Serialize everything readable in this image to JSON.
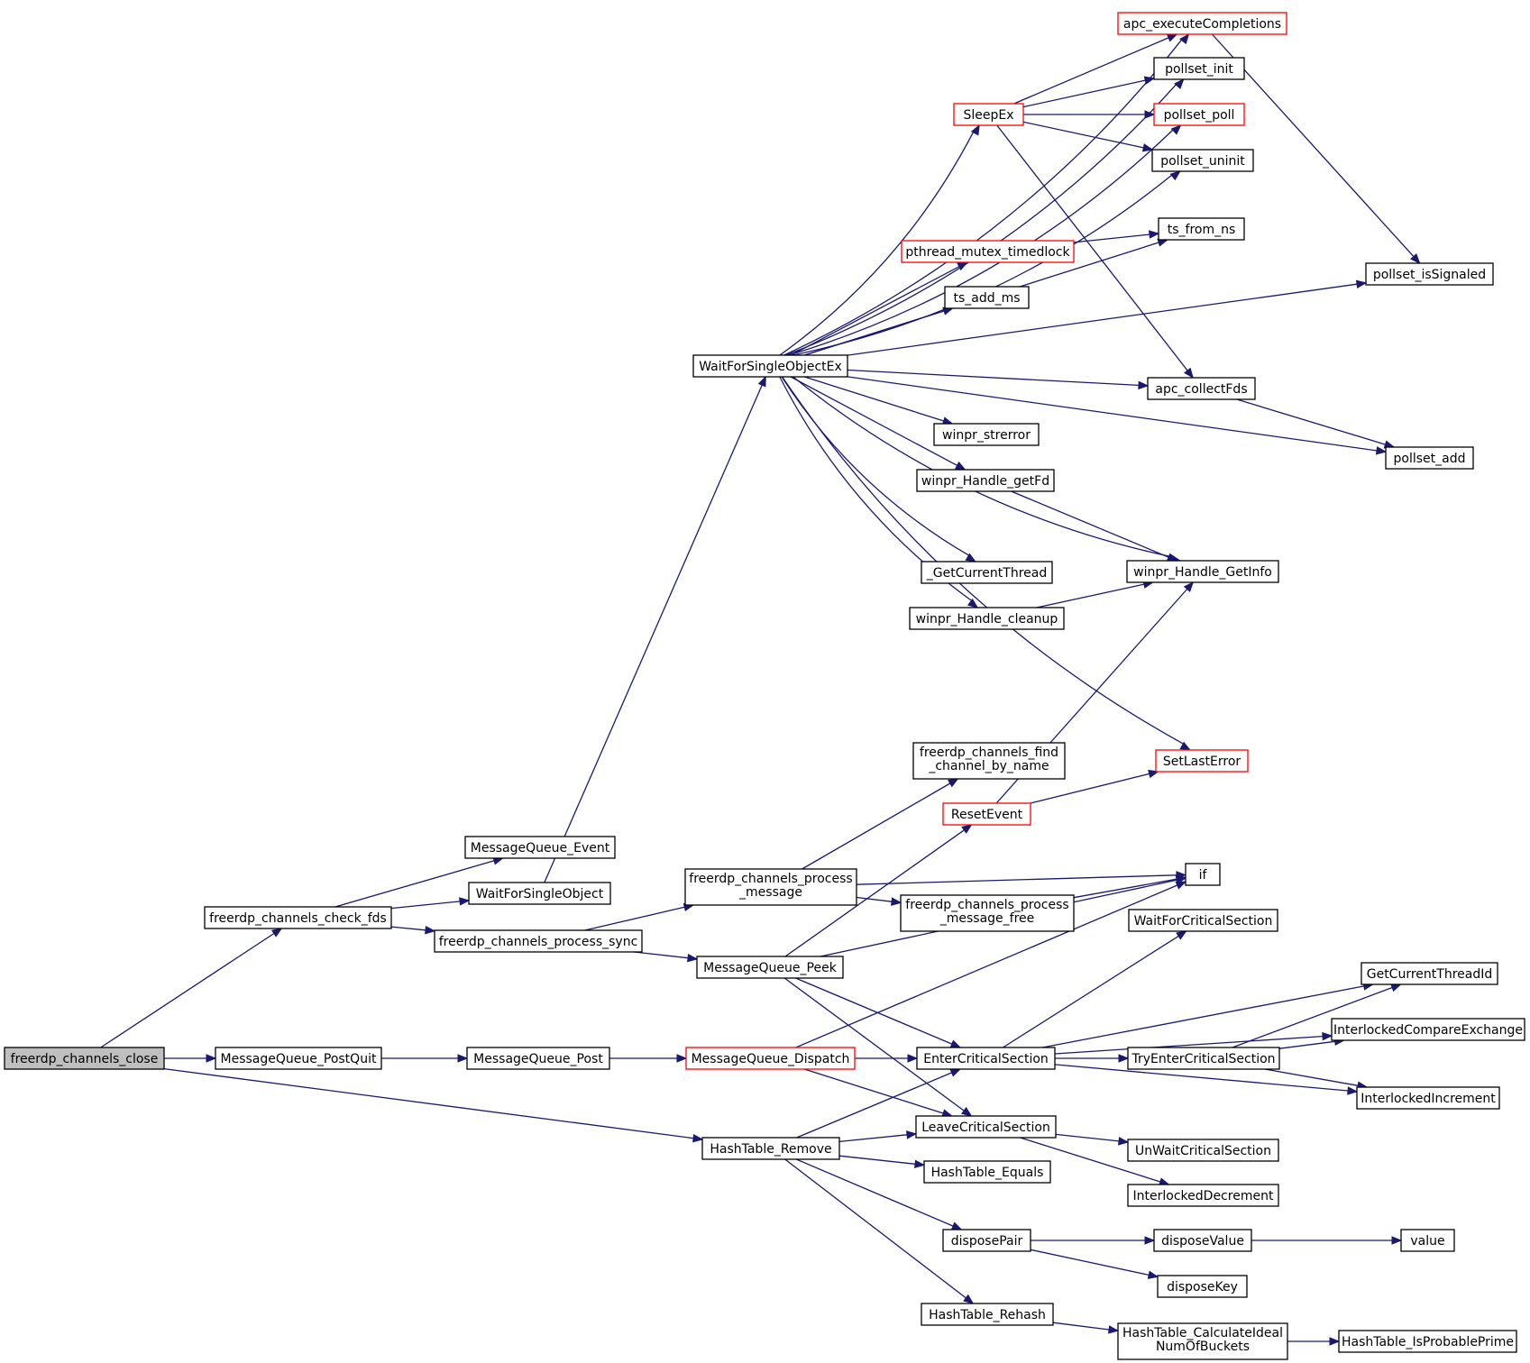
{
  "colors": {
    "edge": "#191970",
    "root_fill": "#bfbfbf",
    "node_border": "#000000",
    "highlight_border": "#ff0000"
  },
  "nodes": [
    {
      "id": "root",
      "label": [
        "freerdp_channels_close"
      ],
      "style": "root"
    },
    {
      "id": "check_fds",
      "label": [
        "freerdp_channels_check_fds"
      ]
    },
    {
      "id": "postquit",
      "label": [
        "MessageQueue_PostQuit"
      ]
    },
    {
      "id": "hashremove",
      "label": [
        "HashTable_Remove"
      ]
    },
    {
      "id": "mq_event",
      "label": [
        "MessageQueue_Event"
      ]
    },
    {
      "id": "wfso",
      "label": [
        "WaitForSingleObject"
      ]
    },
    {
      "id": "procsync",
      "label": [
        "freerdp_channels_process_sync"
      ]
    },
    {
      "id": "wfsoex",
      "label": [
        "WaitForSingleObjectEx"
      ]
    },
    {
      "id": "apcexec",
      "label": [
        "apc_executeCompletions"
      ],
      "style": "red"
    },
    {
      "id": "pollinit",
      "label": [
        "pollset_init"
      ]
    },
    {
      "id": "sleepex",
      "label": [
        "SleepEx"
      ],
      "style": "red"
    },
    {
      "id": "pollpoll",
      "label": [
        "pollset_poll"
      ],
      "style": "red"
    },
    {
      "id": "polluninit",
      "label": [
        "pollset_uninit"
      ]
    },
    {
      "id": "tsfromns",
      "label": [
        "ts_from_ns"
      ]
    },
    {
      "id": "ptmutex",
      "label": [
        "pthread_mutex_timedlock"
      ],
      "style": "red"
    },
    {
      "id": "pollsig",
      "label": [
        "pollset_isSignaled"
      ]
    },
    {
      "id": "tsaddms",
      "label": [
        "ts_add_ms"
      ]
    },
    {
      "id": "apccollect",
      "label": [
        "apc_collectFds"
      ]
    },
    {
      "id": "strerror",
      "label": [
        "winpr_strerror"
      ]
    },
    {
      "id": "polladd",
      "label": [
        "pollset_add"
      ]
    },
    {
      "id": "getfd",
      "label": [
        "winpr_Handle_getFd"
      ]
    },
    {
      "id": "getinfo",
      "label": [
        "winpr_Handle_GetInfo"
      ]
    },
    {
      "id": "curthread",
      "label": [
        "_GetCurrentThread"
      ]
    },
    {
      "id": "cleanup",
      "label": [
        "winpr_Handle_cleanup"
      ]
    },
    {
      "id": "setlasterr",
      "label": [
        "SetLastError"
      ],
      "style": "red"
    },
    {
      "id": "findchan",
      "label": [
        "freerdp_channels_find",
        "_channel_by_name"
      ]
    },
    {
      "id": "resetevent",
      "label": [
        "ResetEvent"
      ],
      "style": "red"
    },
    {
      "id": "procmsg",
      "label": [
        "freerdp_channels_process",
        "_message"
      ]
    },
    {
      "id": "if",
      "label": [
        "if"
      ]
    },
    {
      "id": "procmsgfree",
      "label": [
        "freerdp_channels_process",
        "_message_free"
      ]
    },
    {
      "id": "mqpeek",
      "label": [
        "MessageQueue_Peek"
      ]
    },
    {
      "id": "waitcrit",
      "label": [
        "WaitForCriticalSection"
      ]
    },
    {
      "id": "getthreadid",
      "label": [
        "GetCurrentThreadId"
      ]
    },
    {
      "id": "mqpost",
      "label": [
        "MessageQueue_Post"
      ]
    },
    {
      "id": "mqdispatch",
      "label": [
        "MessageQueue_Dispatch"
      ],
      "style": "red"
    },
    {
      "id": "entercrit",
      "label": [
        "EnterCriticalSection"
      ]
    },
    {
      "id": "tryenter",
      "label": [
        "TryEnterCriticalSection"
      ]
    },
    {
      "id": "icx",
      "label": [
        "InterlockedCompareExchange"
      ]
    },
    {
      "id": "iinc",
      "label": [
        "InterlockedIncrement"
      ]
    },
    {
      "id": "leavecrit",
      "label": [
        "LeaveCriticalSection"
      ]
    },
    {
      "id": "unwaitcrit",
      "label": [
        "UnWaitCriticalSection"
      ]
    },
    {
      "id": "htequals",
      "label": [
        "HashTable_Equals"
      ]
    },
    {
      "id": "idec",
      "label": [
        "InterlockedDecrement"
      ]
    },
    {
      "id": "disposepair",
      "label": [
        "disposePair"
      ]
    },
    {
      "id": "disposevalue",
      "label": [
        "disposeValue"
      ]
    },
    {
      "id": "value",
      "label": [
        "value"
      ]
    },
    {
      "id": "disposekey",
      "label": [
        "disposeKey"
      ]
    },
    {
      "id": "htrehash",
      "label": [
        "HashTable_Rehash"
      ]
    },
    {
      "id": "htcalc",
      "label": [
        "HashTable_CalculateIdeal",
        "NumOfBuckets"
      ]
    },
    {
      "id": "htprime",
      "label": [
        "HashTable_IsProbablePrime"
      ]
    }
  ],
  "edges": [
    {
      "from": "root",
      "to": "check_fds"
    },
    {
      "from": "root",
      "to": "postquit"
    },
    {
      "from": "root",
      "to": "hashremove"
    },
    {
      "from": "check_fds",
      "to": "mq_event"
    },
    {
      "from": "check_fds",
      "to": "wfso"
    },
    {
      "from": "check_fds",
      "to": "procsync"
    },
    {
      "from": "wfso",
      "to": "wfsoex"
    },
    {
      "from": "wfsoex",
      "to": "apcexec"
    },
    {
      "from": "wfsoex",
      "to": "pollinit"
    },
    {
      "from": "wfsoex",
      "to": "pollpoll"
    },
    {
      "from": "wfsoex",
      "to": "sleepex"
    },
    {
      "from": "wfsoex",
      "to": "polluninit"
    },
    {
      "from": "wfsoex",
      "to": "tsfromns"
    },
    {
      "from": "wfsoex",
      "to": "ptmutex"
    },
    {
      "from": "wfsoex",
      "to": "tsaddms"
    },
    {
      "from": "wfsoex",
      "to": "pollsig"
    },
    {
      "from": "wfsoex",
      "to": "apccollect"
    },
    {
      "from": "wfsoex",
      "to": "strerror"
    },
    {
      "from": "wfsoex",
      "to": "getfd"
    },
    {
      "from": "wfsoex",
      "to": "getinfo"
    },
    {
      "from": "wfsoex",
      "to": "curthread"
    },
    {
      "from": "wfsoex",
      "to": "cleanup"
    },
    {
      "from": "wfsoex",
      "to": "polladd"
    },
    {
      "from": "wfsoex",
      "to": "setlasterr"
    },
    {
      "from": "sleepex",
      "to": "apcexec"
    },
    {
      "from": "sleepex",
      "to": "pollinit"
    },
    {
      "from": "sleepex",
      "to": "pollpoll"
    },
    {
      "from": "sleepex",
      "to": "polluninit"
    },
    {
      "from": "sleepex",
      "to": "apccollect"
    },
    {
      "from": "apcexec",
      "to": "pollsig"
    },
    {
      "from": "ptmutex",
      "to": "tsfromns"
    },
    {
      "from": "apccollect",
      "to": "polladd"
    },
    {
      "from": "getfd",
      "to": "getinfo"
    },
    {
      "from": "cleanup",
      "to": "getinfo"
    },
    {
      "from": "resetevent",
      "to": "getinfo"
    },
    {
      "from": "resetevent",
      "to": "setlasterr"
    },
    {
      "from": "procsync",
      "to": "procmsg"
    },
    {
      "from": "procsync",
      "to": "mqpeek"
    },
    {
      "from": "procmsg",
      "to": "findchan"
    },
    {
      "from": "procmsg",
      "to": "if"
    },
    {
      "from": "procmsg",
      "to": "procmsgfree"
    },
    {
      "from": "procmsgfree",
      "to": "if"
    },
    {
      "from": "mqpeek",
      "to": "resetevent"
    },
    {
      "from": "mqpeek",
      "to": "if"
    },
    {
      "from": "mqpeek",
      "to": "entercrit"
    },
    {
      "from": "mqpeek",
      "to": "leavecrit"
    },
    {
      "from": "postquit",
      "to": "mqpost"
    },
    {
      "from": "mqpost",
      "to": "mqdispatch"
    },
    {
      "from": "mqdispatch",
      "to": "if"
    },
    {
      "from": "mqdispatch",
      "to": "entercrit"
    },
    {
      "from": "mqdispatch",
      "to": "leavecrit"
    },
    {
      "from": "entercrit",
      "to": "waitcrit"
    },
    {
      "from": "entercrit",
      "to": "getthreadid"
    },
    {
      "from": "entercrit",
      "to": "icx"
    },
    {
      "from": "entercrit",
      "to": "tryenter"
    },
    {
      "from": "entercrit",
      "to": "iinc"
    },
    {
      "from": "tryenter",
      "to": "getthreadid"
    },
    {
      "from": "tryenter",
      "to": "icx"
    },
    {
      "from": "tryenter",
      "to": "iinc"
    },
    {
      "from": "hashremove",
      "to": "entercrit"
    },
    {
      "from": "hashremove",
      "to": "leavecrit"
    },
    {
      "from": "hashremove",
      "to": "htequals"
    },
    {
      "from": "hashremove",
      "to": "disposepair"
    },
    {
      "from": "hashremove",
      "to": "htrehash"
    },
    {
      "from": "leavecrit",
      "to": "unwaitcrit"
    },
    {
      "from": "leavecrit",
      "to": "idec"
    },
    {
      "from": "disposepair",
      "to": "disposevalue"
    },
    {
      "from": "disposepair",
      "to": "disposekey"
    },
    {
      "from": "disposevalue",
      "to": "value"
    },
    {
      "from": "htrehash",
      "to": "htcalc"
    },
    {
      "from": "htcalc",
      "to": "htprime"
    }
  ]
}
